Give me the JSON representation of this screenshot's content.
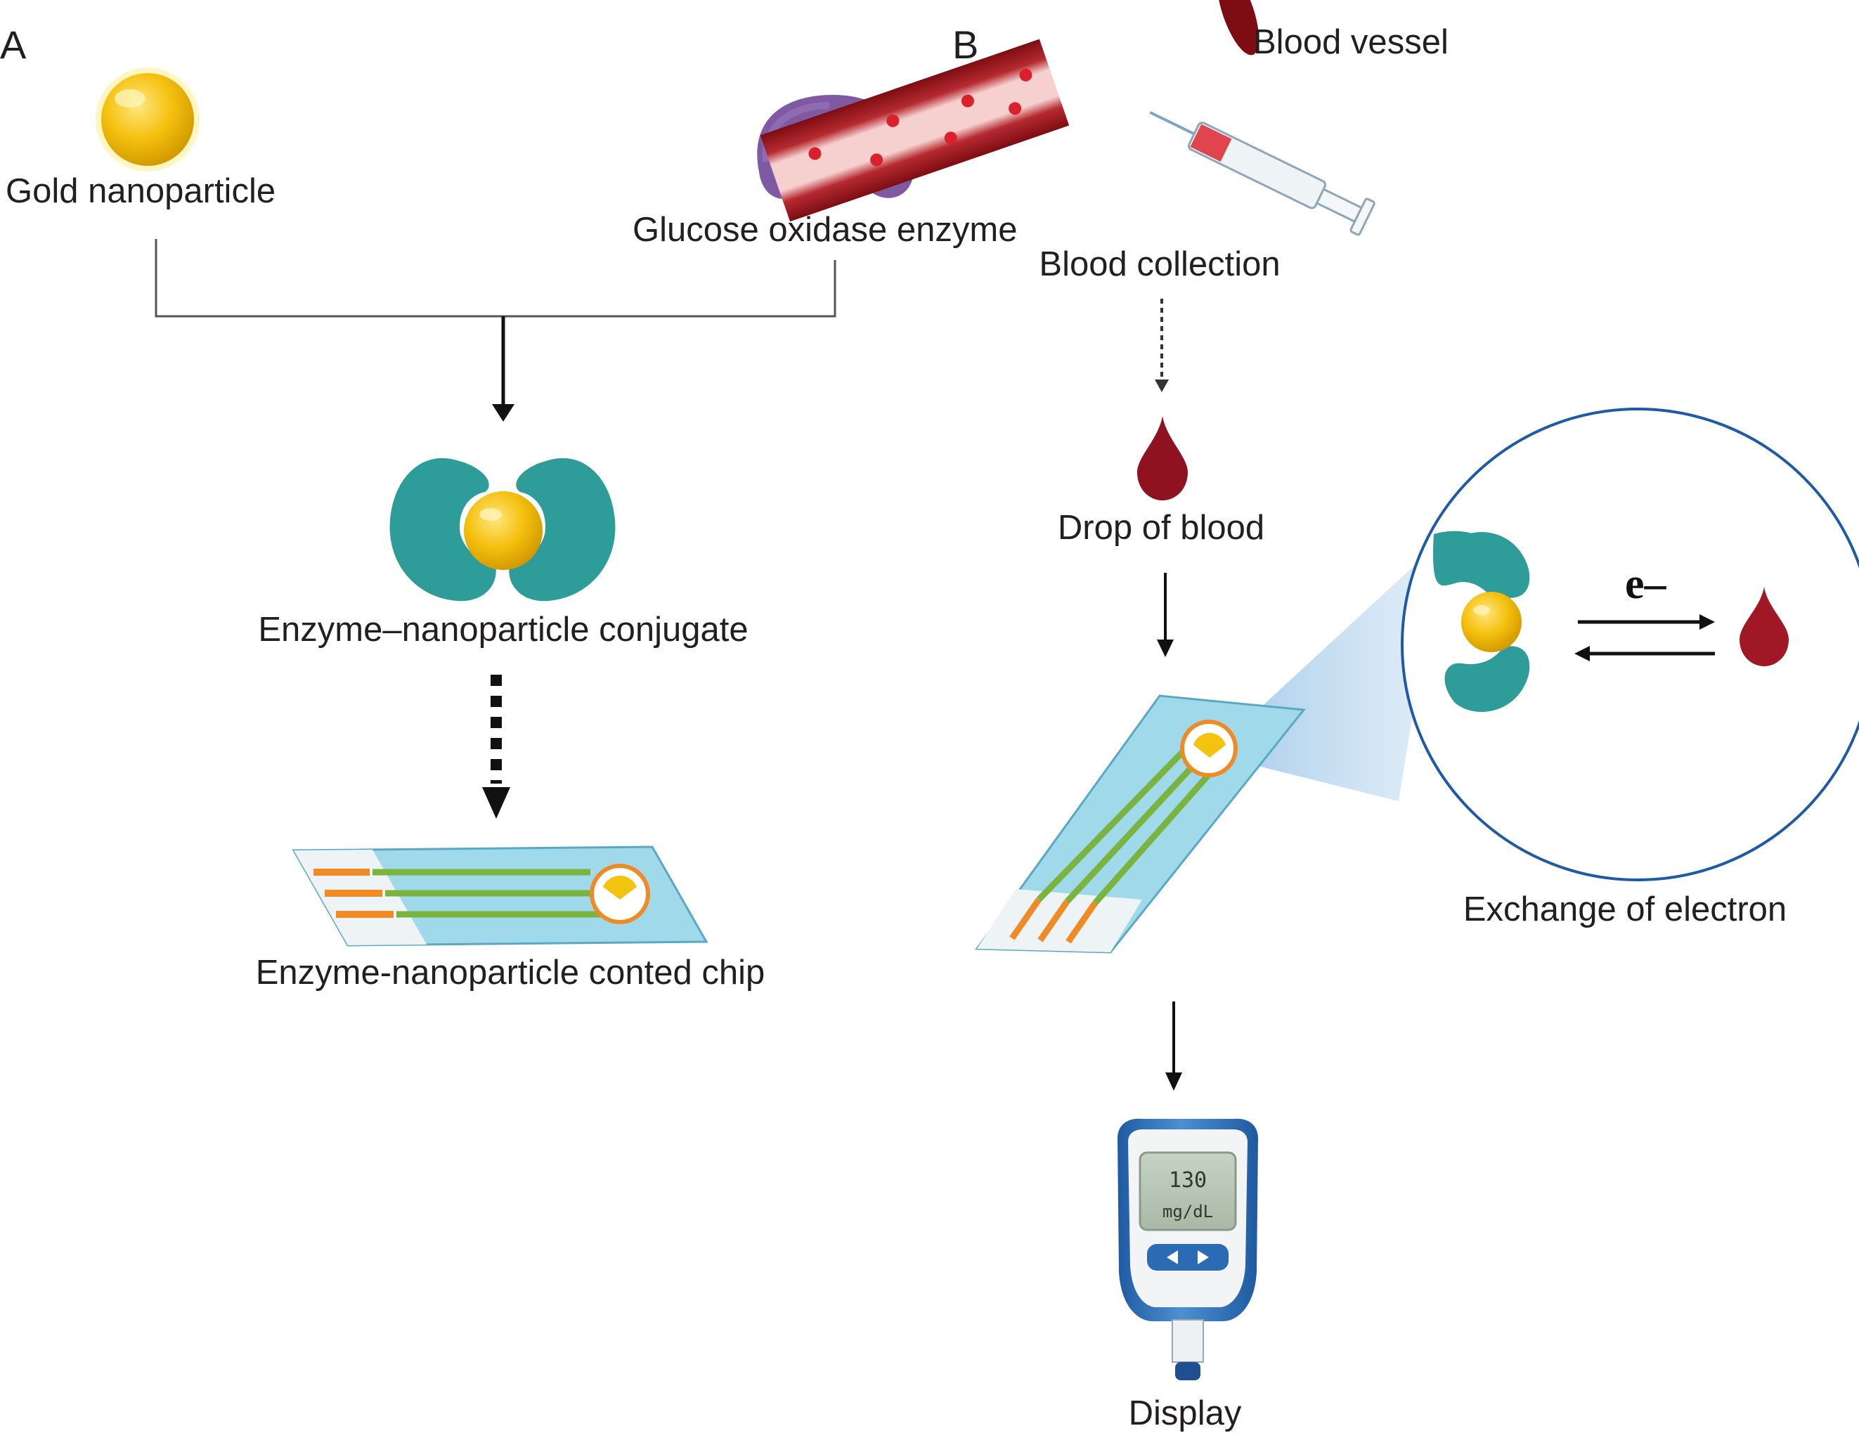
{
  "panels": {
    "a": "A",
    "b": "B"
  },
  "panel_a": {
    "gold_nanoparticle": "Gold nanoparticle",
    "glucose_oxidase": "Glucose oxidase enzyme",
    "conjugate": "Enzyme–nanoparticle conjugate",
    "coated_chip": "Enzyme-nanoparticle conted chip"
  },
  "panel_b": {
    "blood_vessel": "Blood vessel",
    "blood_collection": "Blood collection",
    "drop_of_blood": "Drop of blood",
    "exchange": "Exchange of electron",
    "electron": "e–",
    "display": "Display",
    "meter_reading": "130",
    "meter_unit": "mg/dL"
  },
  "colors": {
    "gold": "#f2c30f",
    "enzyme_purple": "#7f5aa3",
    "enzyme_teal": "#2e9c99",
    "blood_red": "#8e1220",
    "chip_blue": "#9fd9ea",
    "electrode_green": "#7ab43f",
    "contact_orange": "#f08a24",
    "circle_blue": "#1f5aa6",
    "meter_blue": "#2b6bb3"
  }
}
